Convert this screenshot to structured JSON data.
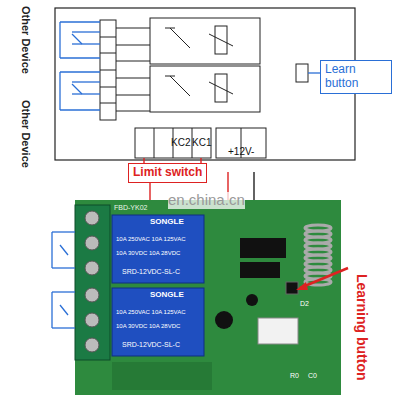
{
  "diagram": {
    "nodes": [
      {
        "text": [
          "Learn button"
        ]
      },
      {
        "text": [
          "Limit switch"
        ]
      }
    ],
    "labels": [
      "Other Device",
      "Other Device",
      "KC2",
      "KC1",
      "+12V-",
      "en.china.cn",
      "FBD-YK02",
      "SONGLE",
      "SONGLE",
      "10A 250VAC 10A 125VAC",
      "10A 30VDC 10A 28VDC",
      "SRD-12VDC-SL-C",
      "10A 250VAC 10A 125VAC",
      "10A 30VDC 10A 28VDC",
      "SRD-12VDC-SL-C",
      "Learning button",
      "R0",
      "C0",
      "D2"
    ]
  }
}
